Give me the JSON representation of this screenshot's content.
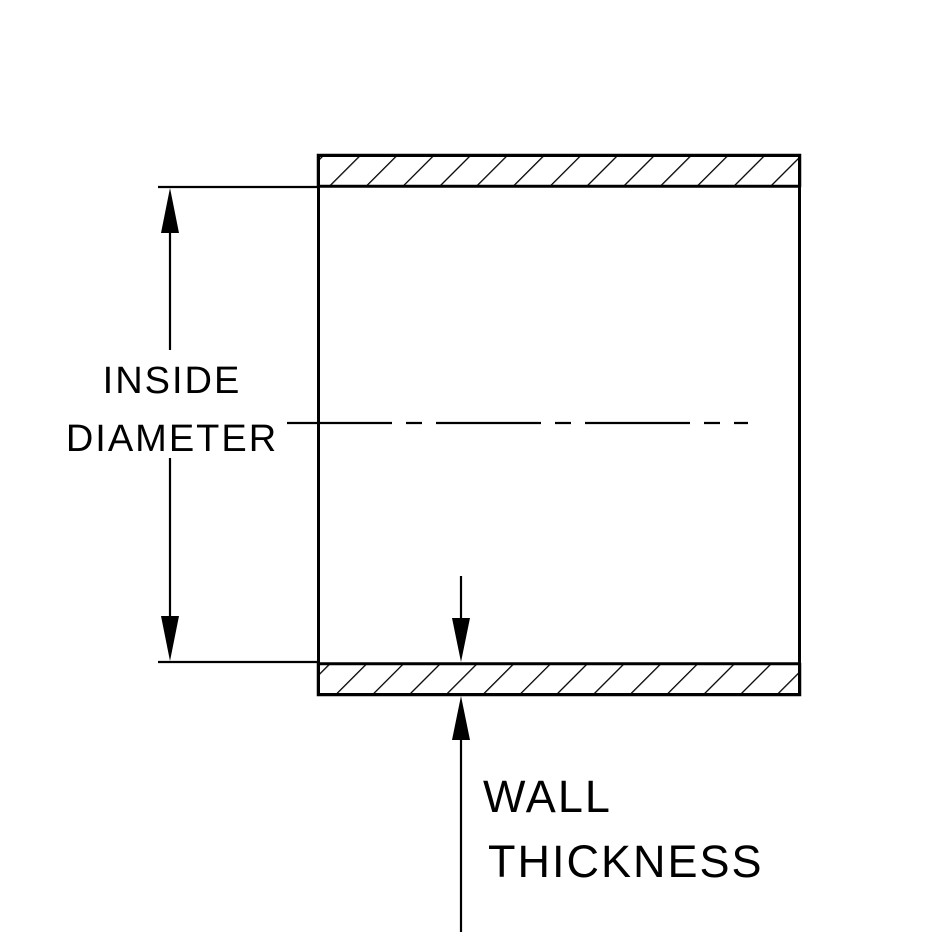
{
  "diagram": {
    "inside_diameter": {
      "line1": "INSIDE",
      "line2": "DIAMETER"
    },
    "wall_thickness": {
      "line1": "WALL",
      "line2": "THICKNESS"
    },
    "colors": {
      "line": "#000000",
      "background": "#ffffff"
    }
  }
}
